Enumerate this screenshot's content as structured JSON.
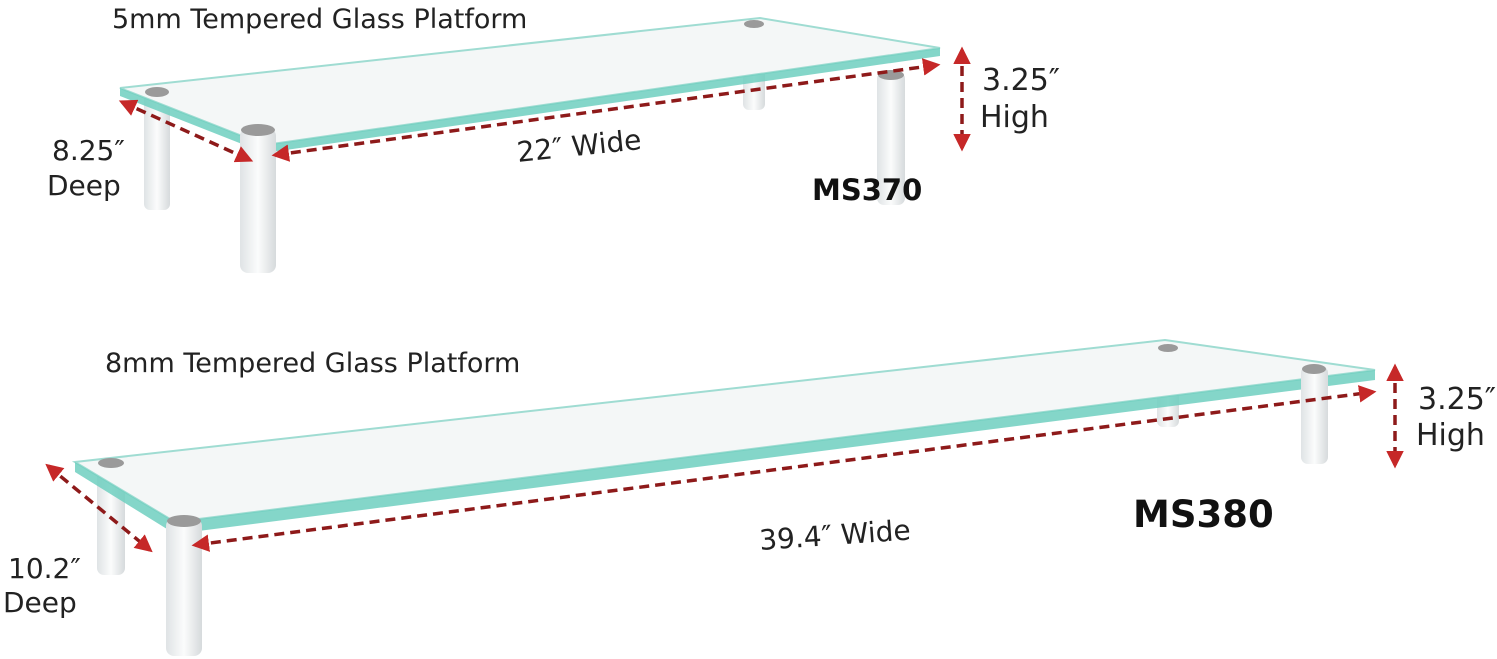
{
  "colors": {
    "glass_edge": "#6fcfc0",
    "glass_fill": "#f4f7f7",
    "arrow": "#8e1a1a",
    "leg": "#eef0f1",
    "leg_cap": "#9a9a9a"
  },
  "ms370": {
    "platform_label": "5mm Tempered Glass Platform",
    "width_label": "22″ Wide",
    "depth_value": "8.25″",
    "depth_word": "Deep",
    "height_value": "3.25″",
    "height_word": "High",
    "model": "MS370"
  },
  "ms380": {
    "platform_label": "8mm Tempered Glass Platform",
    "width_label": "39.4″ Wide",
    "depth_value": "10.2″",
    "depth_word": "Deep",
    "height_value": "3.25″",
    "height_word": "High",
    "model": "MS380"
  }
}
